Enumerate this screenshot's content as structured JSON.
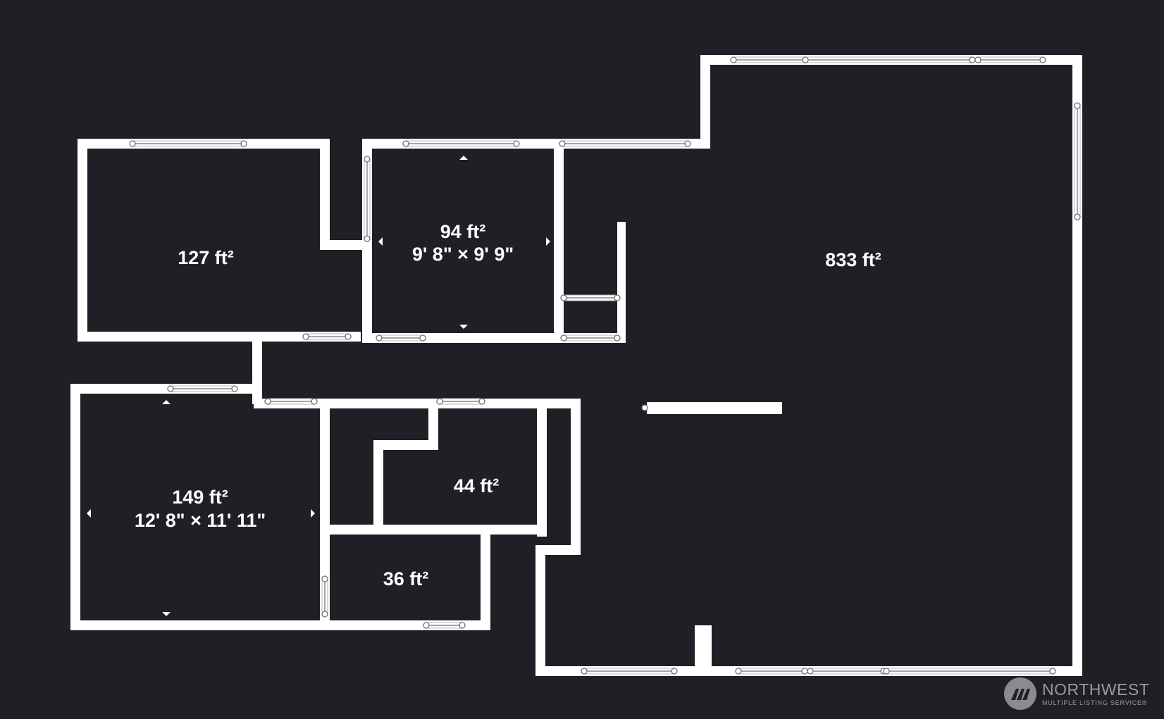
{
  "colors": {
    "background": "#1f2025",
    "wall": "#ffffff",
    "logo": "#9a9ba0"
  },
  "rooms": [
    {
      "id": "room-127",
      "area": "127 ft²",
      "dims": ""
    },
    {
      "id": "room-94",
      "area": "94 ft²",
      "dims": "9' 8\" × 9' 9\""
    },
    {
      "id": "room-833",
      "area": "833 ft²",
      "dims": ""
    },
    {
      "id": "room-149",
      "area": "149 ft²",
      "dims": "12' 8\" × 11' 11\""
    },
    {
      "id": "room-44",
      "area": "44 ft²",
      "dims": ""
    },
    {
      "id": "room-36",
      "area": "36 ft²",
      "dims": ""
    }
  ],
  "logo": {
    "name": "NORTHWEST",
    "tagline": "MULTIPLE LISTING SERVICE®",
    "icon": "nwmls-logo-icon"
  }
}
